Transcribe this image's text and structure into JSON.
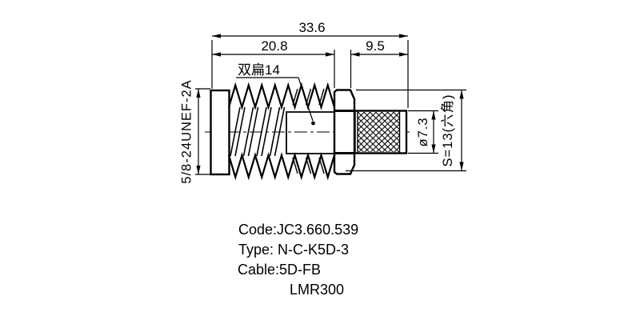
{
  "drawing": {
    "kind": "RF coaxial connector technical drawing",
    "colors": {
      "line": "#000000",
      "background": "#ffffff"
    },
    "dimensions": {
      "total_length": "33.6",
      "left_section_length": "20.8",
      "right_section_length": "9.5",
      "double_flat_label": "双扁14",
      "thread_spec": "5/8-24UNEF-2A",
      "barrel_diameter": "ø7.3",
      "hex_size": "S=13(六角)"
    },
    "notes": {
      "line1": "Code:JC3.660.539",
      "line2": "Type: N-C-K5D-3",
      "line3": "Cable:5D-FB",
      "line4": "LMR300"
    }
  }
}
